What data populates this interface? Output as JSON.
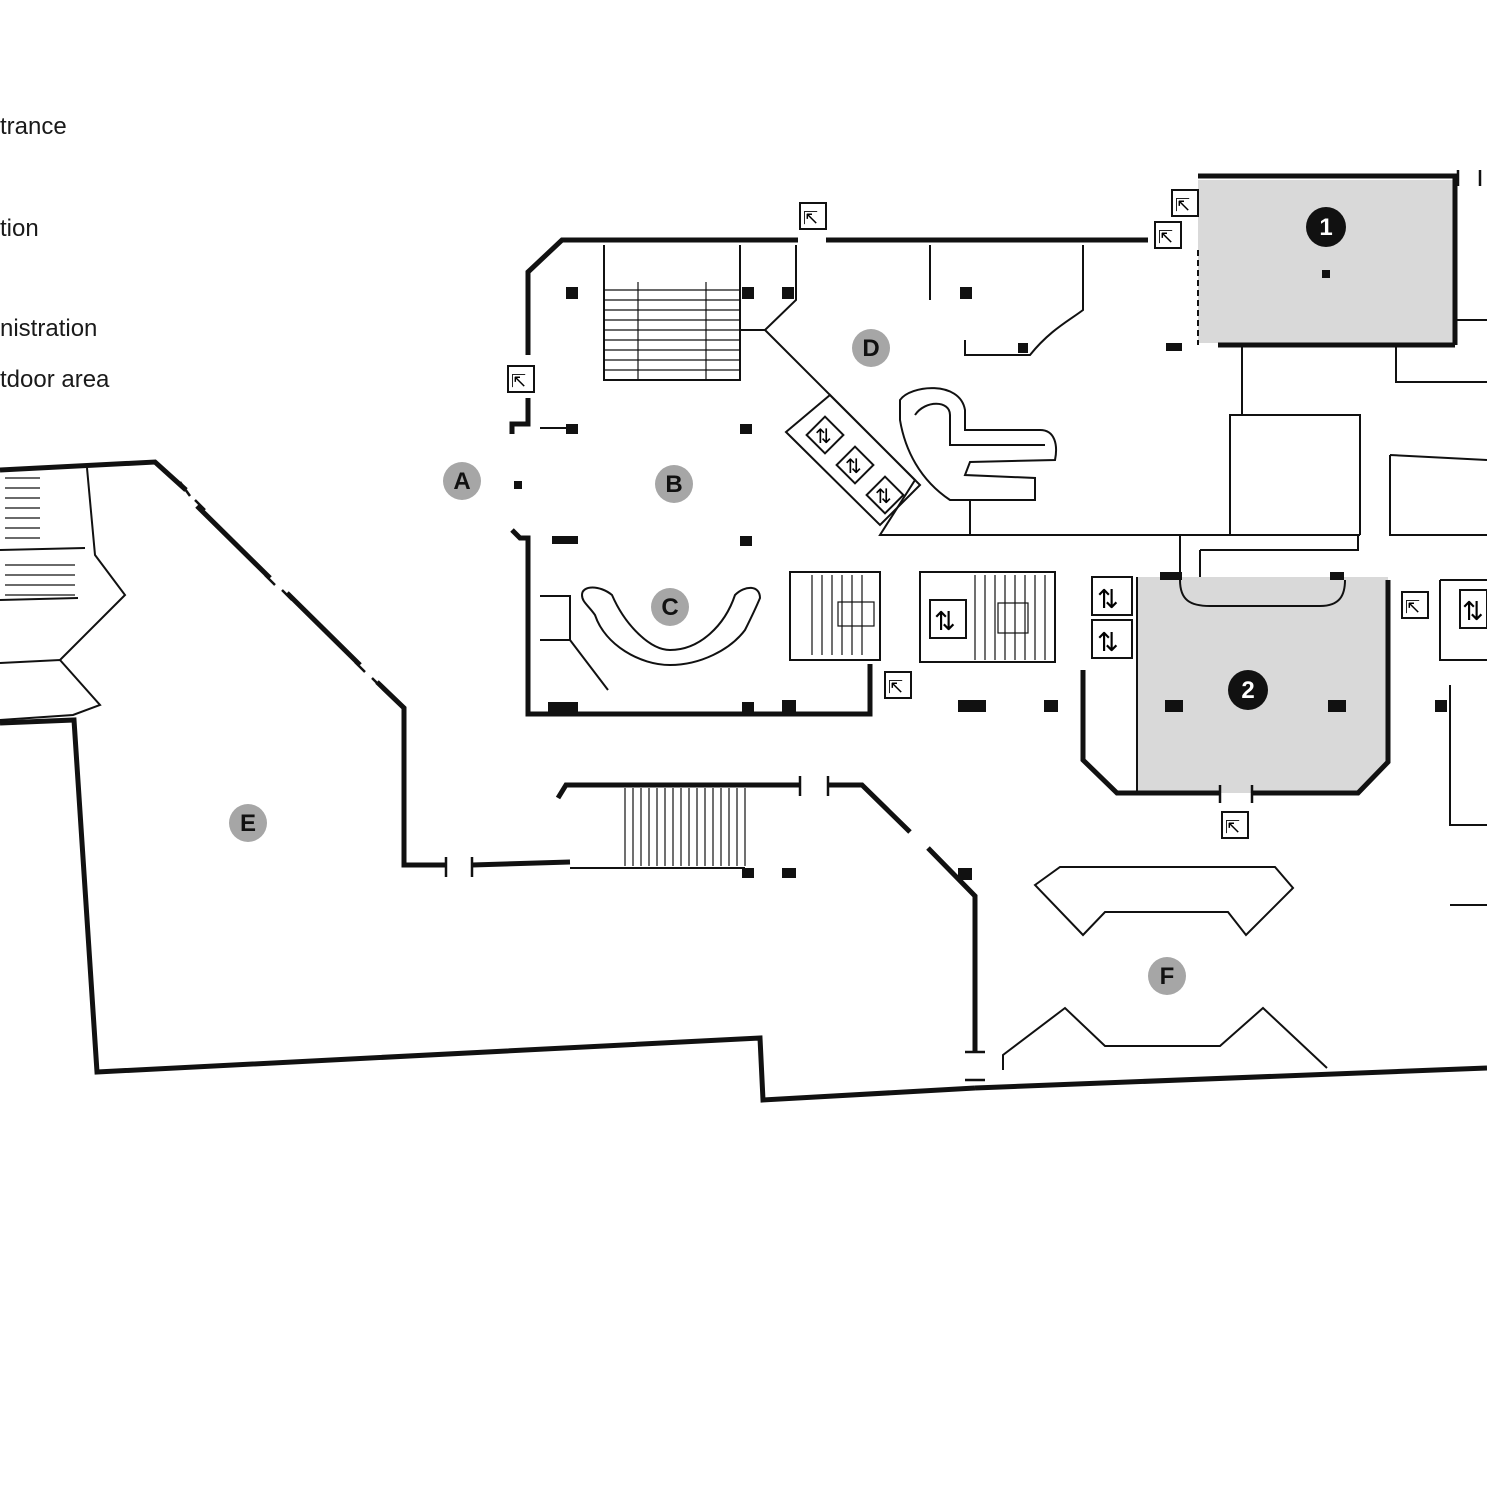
{
  "legend": {
    "entrance": "trance",
    "reception": "tion",
    "administration": "nistration",
    "outdoor_area": "tdoor area"
  },
  "area_labels": {
    "A": "A",
    "B": "B",
    "C": "C",
    "D": "D",
    "E": "E",
    "F": "F"
  },
  "room_labels": {
    "room1": "1",
    "room2": "2"
  },
  "colors": {
    "wall": "#111111",
    "room_shade": "#d9d9d9",
    "area_badge": "#a6a6a6",
    "room_badge": "#111111",
    "background": "#ffffff"
  },
  "icons": {
    "emergency_exit": "emergency-exit-icon",
    "elevator": "elevator-icon",
    "stairs": "stairs-icon"
  }
}
